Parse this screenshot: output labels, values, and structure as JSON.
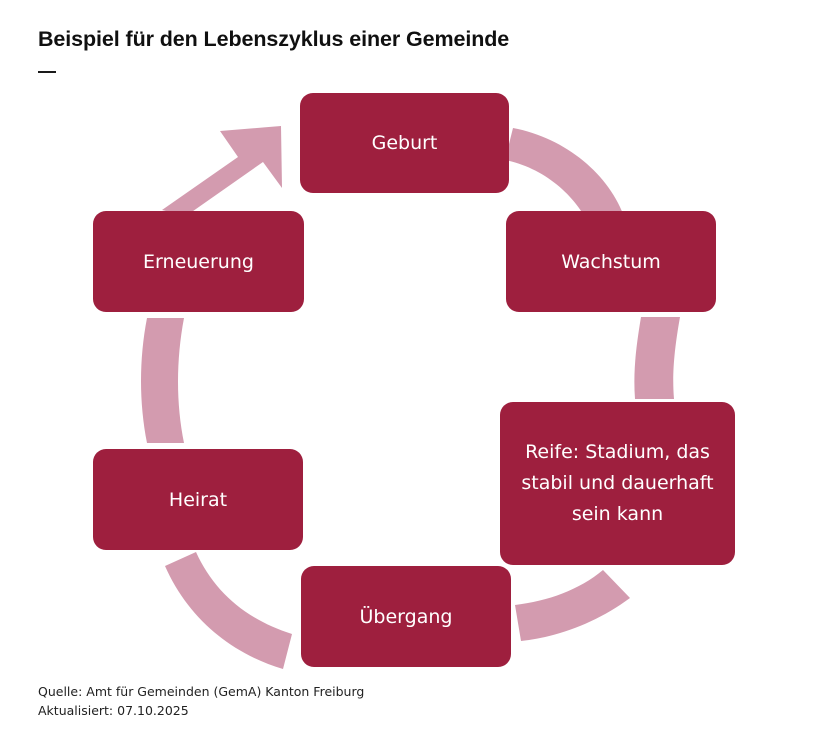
{
  "header": {
    "title": "Beispiel für den Lebenszyklus einer Gemeinde"
  },
  "footer": {
    "source": "Quelle: Amt für Gemeinden (GemA) Kanton Freiburg",
    "updated": "Aktualisiert: 07.10.2025"
  },
  "colors": {
    "node_fill": "#9E1F3E",
    "node_text": "#FFFFFF",
    "arrow_fill": "#D39BAF",
    "title_text": "#101010",
    "background": "#FFFFFF"
  },
  "diagram": {
    "type": "cycle",
    "direction": "clockwise",
    "nodes": [
      {
        "id": "geburt",
        "label": "Geburt"
      },
      {
        "id": "wachstum",
        "label": "Wachstum"
      },
      {
        "id": "reife",
        "label": "Reife: Stadium, das stabil und dauerhaft sein kann"
      },
      {
        "id": "uebergang",
        "label": "Übergang"
      },
      {
        "id": "heirat",
        "label": "Heirat"
      },
      {
        "id": "erneuerung",
        "label": "Erneuerung"
      }
    ],
    "connectors": [
      {
        "from": "geburt",
        "to": "wachstum",
        "style": "band"
      },
      {
        "from": "wachstum",
        "to": "reife",
        "style": "band"
      },
      {
        "from": "reife",
        "to": "uebergang",
        "style": "band"
      },
      {
        "from": "uebergang",
        "to": "heirat",
        "style": "band"
      },
      {
        "from": "heirat",
        "to": "erneuerung",
        "style": "band"
      },
      {
        "from": "erneuerung",
        "to": "geburt",
        "style": "arrow"
      }
    ]
  }
}
